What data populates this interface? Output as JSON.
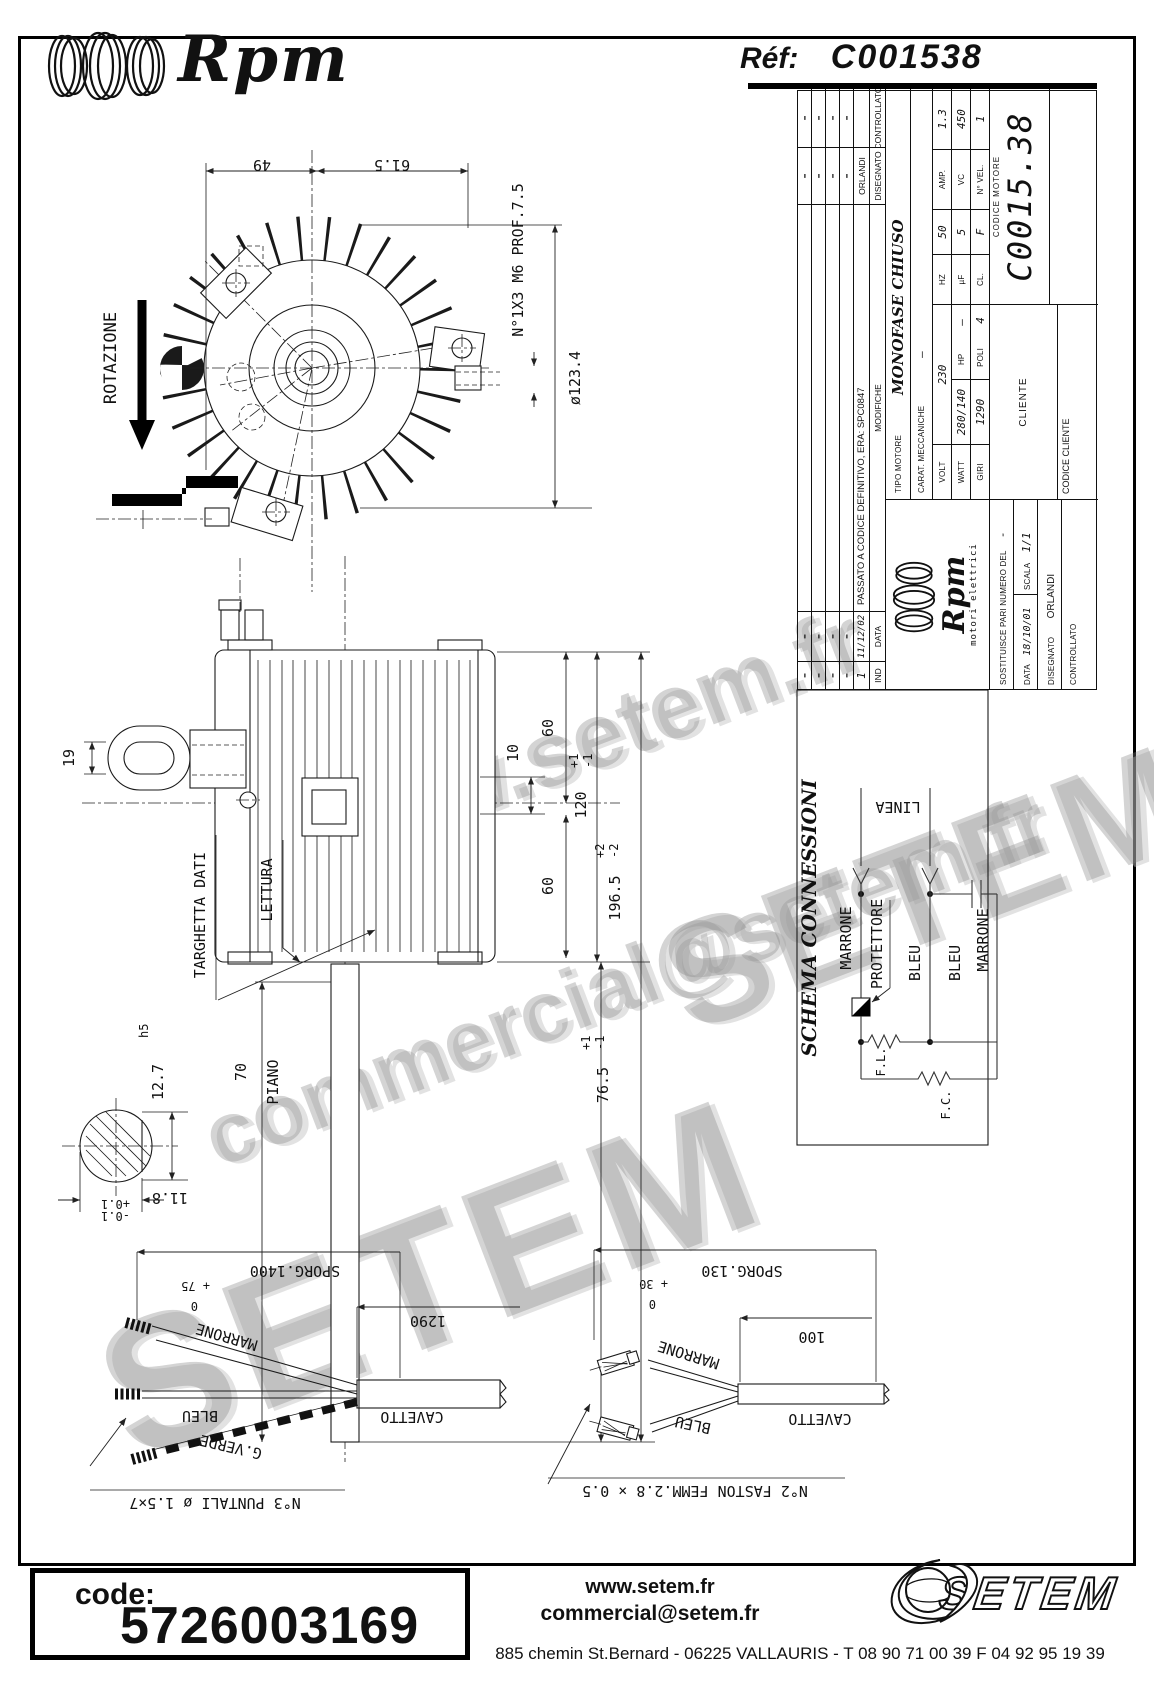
{
  "header": {
    "brand": "Rpm",
    "ref_label": "Réf:",
    "ref_value": "C001538"
  },
  "front_view": {
    "rotazione": "ROTAZIONE",
    "dim49": "49",
    "dim615": "61.5",
    "hole": "N°1X3 M6 PROF.7.5",
    "dia": "ø123.4"
  },
  "side_view": {
    "dim19": "19",
    "dim60a": "60",
    "dim10": "10",
    "dim120": "120",
    "tol120_up": "+1",
    "tol120_dn": "-1",
    "dim60b": "60",
    "dim196": "196.5",
    "tol196_up": "+2",
    "tol196_dn": "-2",
    "dim76": "76.5",
    "tol76_up": "+1",
    "tol76_dn": "-1",
    "dim70": "70",
    "piano": "PIANO",
    "targhetta": "TARGHETTA DATI",
    "lettura": "LETTURA",
    "h5": "h5",
    "dim127": "12.7",
    "dim118": "11.8",
    "tol118_up": "+0.1",
    "tol118_dn": "-0.1"
  },
  "title_block": {
    "revisions": {
      "col_ind": "IND",
      "col_data": "DATA",
      "col_modifiche": "MODIFICHE",
      "col_disegnato": "DISEGNATO",
      "col_controllato": "CONTROLLATO",
      "dash": "-",
      "rev1_ind": "1",
      "rev1_data": "11/12/02",
      "rev1_modifiche": "PASSATO A CODICE DEFINITIVO, ERA: SPC0847",
      "rev1_disegnato": "ORLANDI"
    },
    "logo": {
      "name": "Rpm",
      "subtitle": "motori elettrici"
    },
    "tipo_label": "TIPO MOTORE",
    "tipo_value": "MONOFASE CHIUSO",
    "carat_label": "CARAT. MECCANICHE",
    "carat_value": "—",
    "volt_label": "VOLT",
    "volt": "230",
    "watt_label": "WATT",
    "watt": "280/140",
    "giri_label": "GIRI",
    "giri": "1290",
    "hp_label": "HP",
    "hp": "—",
    "poli_label": "POLI",
    "poli": "4",
    "hz_label": "HZ",
    "hz": "50",
    "uf_label": "µF",
    "uf": "5",
    "cl_label": "CL.",
    "cl": "F",
    "amp_label": "AMP.",
    "amp": "1.3",
    "vc_label": "VC",
    "vc": "450",
    "nvel_label": "N° VEL.",
    "nvel": "1",
    "sost_label": "SOSTITUISCE PARI NUMERO DEL",
    "sost_value": "-",
    "data_label": "DATA",
    "data_value": "18/10/01",
    "scala_label": "SCALA",
    "scala_value": "1/1",
    "disegnato_label": "DISEGNATO",
    "disegnato_value": "ORLANDI",
    "controllato_label": "CONTROLLATO",
    "cliente_label": "CLIENTE",
    "codice_cliente_label": "CODICE CLIENTE",
    "codice_motore_label": "CODICE MOTORE",
    "codice_motore": "C0015.38"
  },
  "schema": {
    "title": "SCHEMA CONNESSIONI",
    "linea": "LINEA",
    "marrone1": "MARRONE",
    "protettore": "PROTETTORE",
    "bleu1": "BLEU",
    "bleu2": "BLEU",
    "marrone2": "MARRONE",
    "fl": "F.L.",
    "fc": "F.C."
  },
  "cable_left": {
    "sporg": "SPORG.1400",
    "tol_plus": "+ 75",
    "tol_zero": "0",
    "length": "1290",
    "wire1": "MARRONE",
    "wire2": "BLEU",
    "wire3": "G.VERDE",
    "cable": "CAVETTO",
    "note": "N°3 PUNTALI ø 1.5×7"
  },
  "cable_right": {
    "sporg": "SPORG.130",
    "tol_plus": "+ 30",
    "tol_zero": "0",
    "length": "100",
    "wire1": "MARRONE",
    "wire2": "BLEU",
    "cable": "CAVETTO",
    "note": "N°2 FASTON FEMM.2.8 × 0.5"
  },
  "watermarks": {
    "w1": "www.setem.fr",
    "w2": "SETEM",
    "w3": "commercial@setem.fr",
    "w4": "SETEM.fr"
  },
  "footer": {
    "code_label": "code:",
    "code": "5726003169",
    "site": "www.setem.fr",
    "email": "commercial@setem.fr",
    "brand": "SETEM",
    "address": "885 chemin St.Bernard  -  06225 VALLAURIS  -  T 08 90 71 00 39   F 04 92 95 19 39"
  }
}
